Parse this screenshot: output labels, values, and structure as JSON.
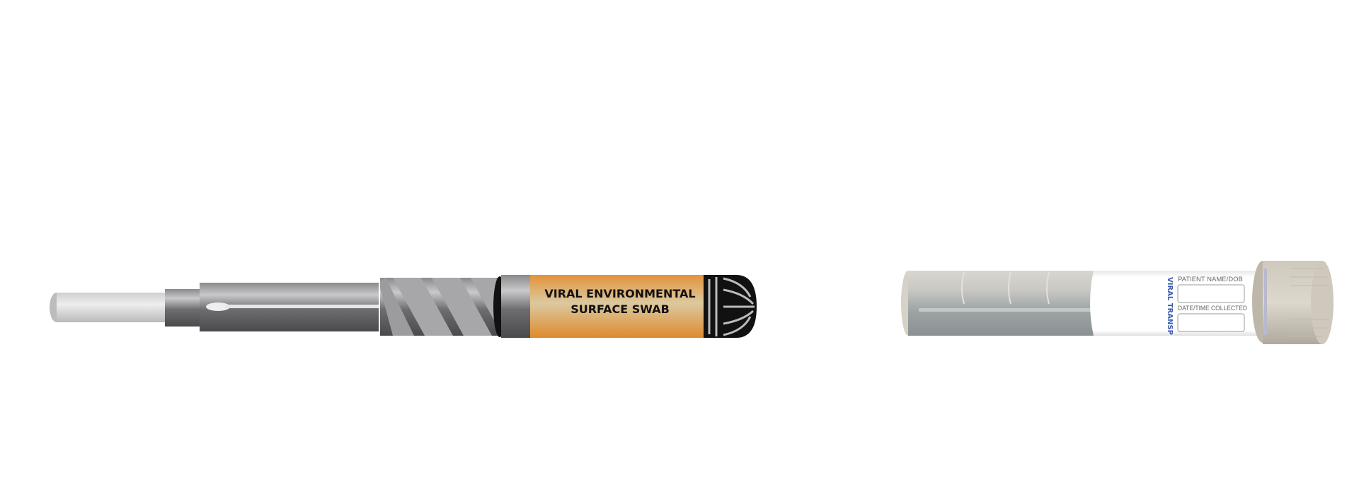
{
  "swab": {
    "label_line1": "VIRAL ENVIRONMENTAL",
    "label_line2": "SURFACE SWAB",
    "label_color": "#e0913a"
  },
  "tube": {
    "vertical_label": "VIRAL TRANSP",
    "field1_label": "PATIENT NAME/DOB",
    "field2_label": "DATE/TIME COLLECTED",
    "vertical_label_color": "#3a5bb0"
  }
}
